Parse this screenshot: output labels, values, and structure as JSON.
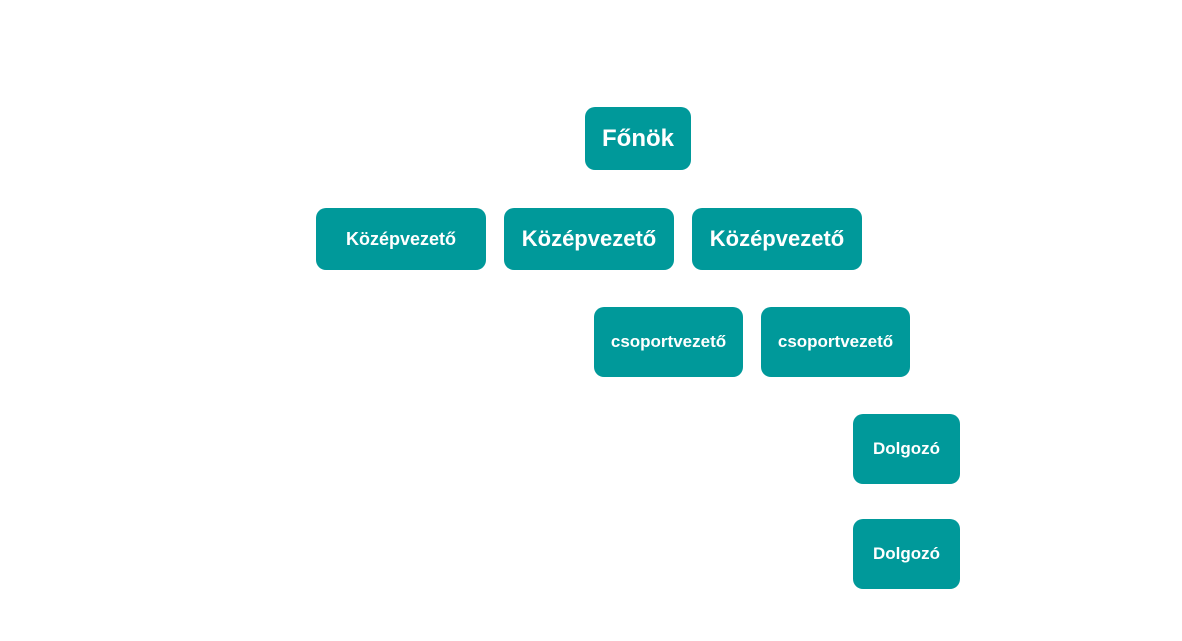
{
  "colors": {
    "node_fill": "#00999a",
    "node_text": "#ffffff",
    "background": "#ffffff"
  },
  "org_chart": {
    "boss": {
      "label": "Főnök"
    },
    "middle_managers": [
      {
        "label": "Középvezető"
      },
      {
        "label": "Középvezető"
      },
      {
        "label": "Középvezető"
      }
    ],
    "team_leads": [
      {
        "label": "csoportvezető"
      },
      {
        "label": "csoportvezető"
      }
    ],
    "employees": [
      {
        "label": "Dolgozó"
      },
      {
        "label": "Dolgozó"
      }
    ]
  }
}
